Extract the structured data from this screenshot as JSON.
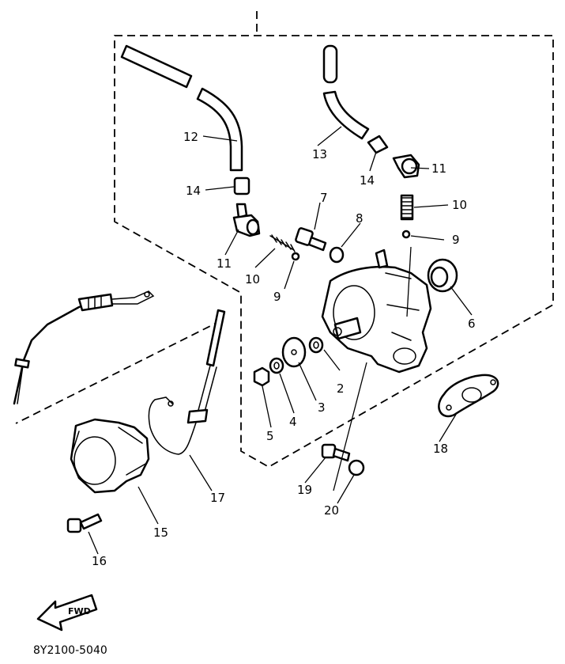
{
  "diagram": {
    "callouts": {
      "c2": "2",
      "c3": "3",
      "c4": "4",
      "c5": "5",
      "c6": "6",
      "c7": "7",
      "c8": "8",
      "c9a": "9",
      "c9b": "9",
      "c10a": "10",
      "c10b": "10",
      "c11a": "11",
      "c11b": "11",
      "c12": "12",
      "c13": "13",
      "c14a": "14",
      "c14b": "14",
      "c15": "15",
      "c16": "16",
      "c17": "17",
      "c18": "18",
      "c19": "19",
      "c20": "20"
    },
    "fwd_label": "FWD",
    "drawing_code": "8Y2100-5040"
  }
}
